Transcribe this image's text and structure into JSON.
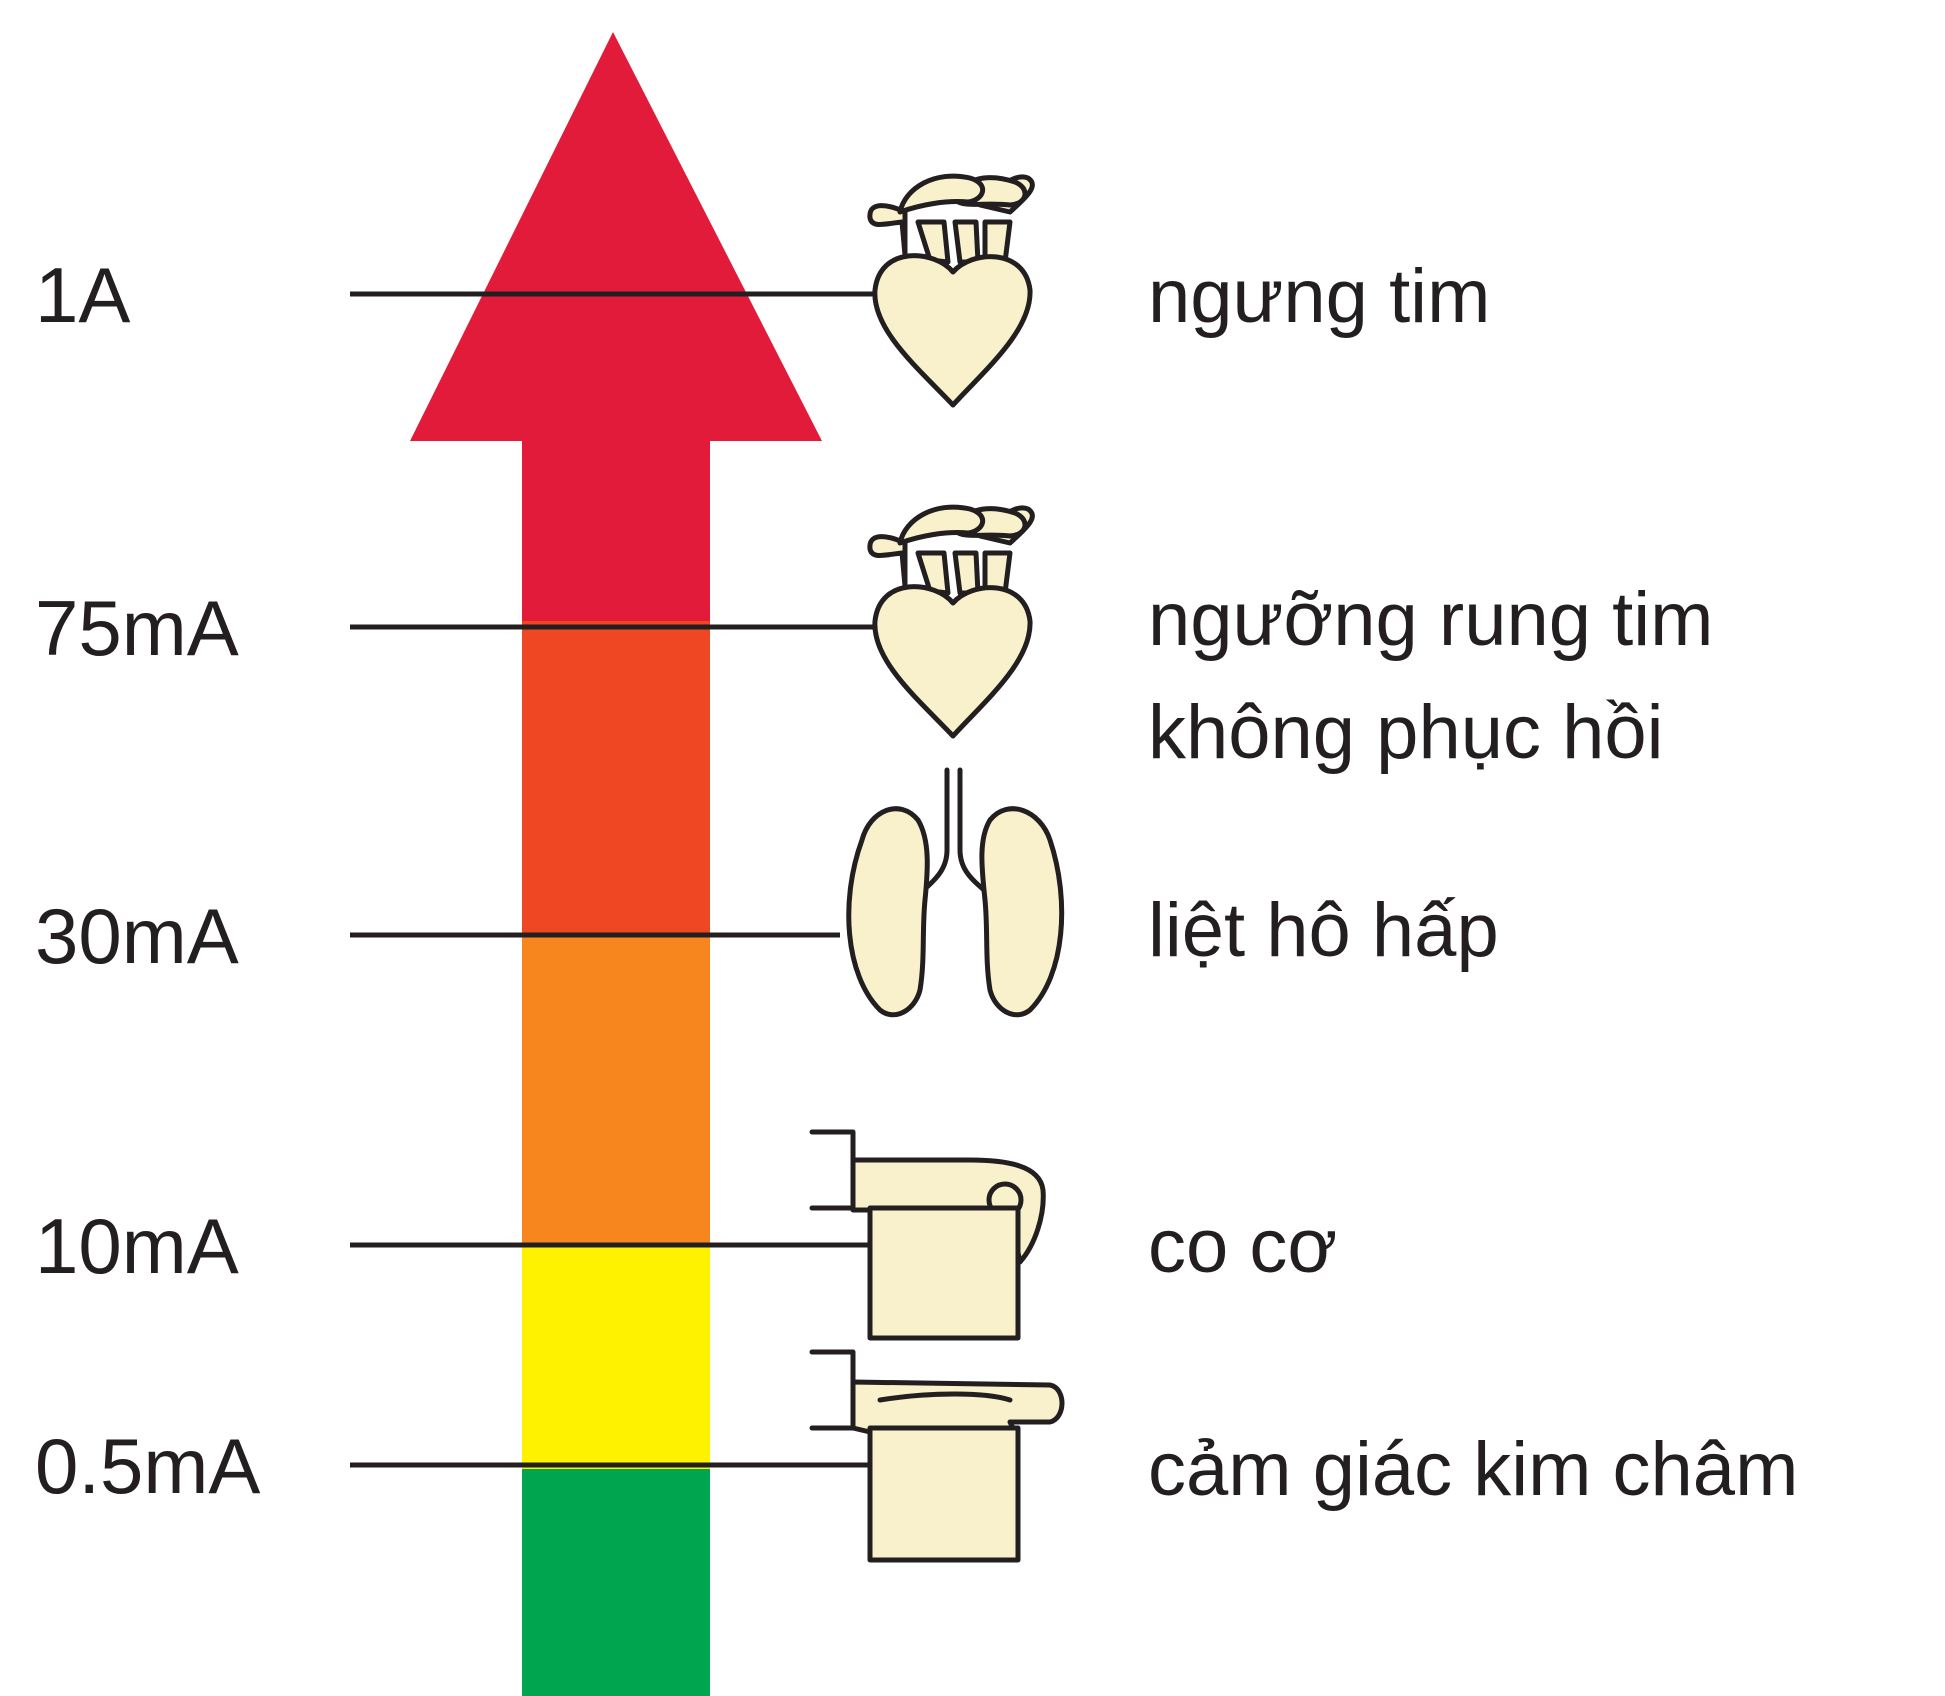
{
  "levels": [
    {
      "current": "1A",
      "effect_lines": [
        "ngưng tim"
      ],
      "icon": "heart-icon"
    },
    {
      "current": "75mA",
      "effect_lines": [
        "ngưỡng rung tim",
        "không phục hồi"
      ],
      "icon": "heart-icon"
    },
    {
      "current": "30mA",
      "effect_lines": [
        "liệt hô hấp"
      ],
      "icon": "lungs-icon"
    },
    {
      "current": "10mA",
      "effect_lines": [
        "co cơ"
      ],
      "icon": "contracted-hand-icon"
    },
    {
      "current": "0.5mA",
      "effect_lines": [
        "cảm giác kim châm"
      ],
      "icon": "pointing-hand-icon"
    }
  ],
  "colors": {
    "danger_red": "#e31b3a",
    "red_orange": "#ef4623",
    "orange": "#f7861f",
    "yellow": "#fff200",
    "green": "#00a550",
    "organ_fill": "#f8f1cc",
    "line": "#231f20"
  }
}
